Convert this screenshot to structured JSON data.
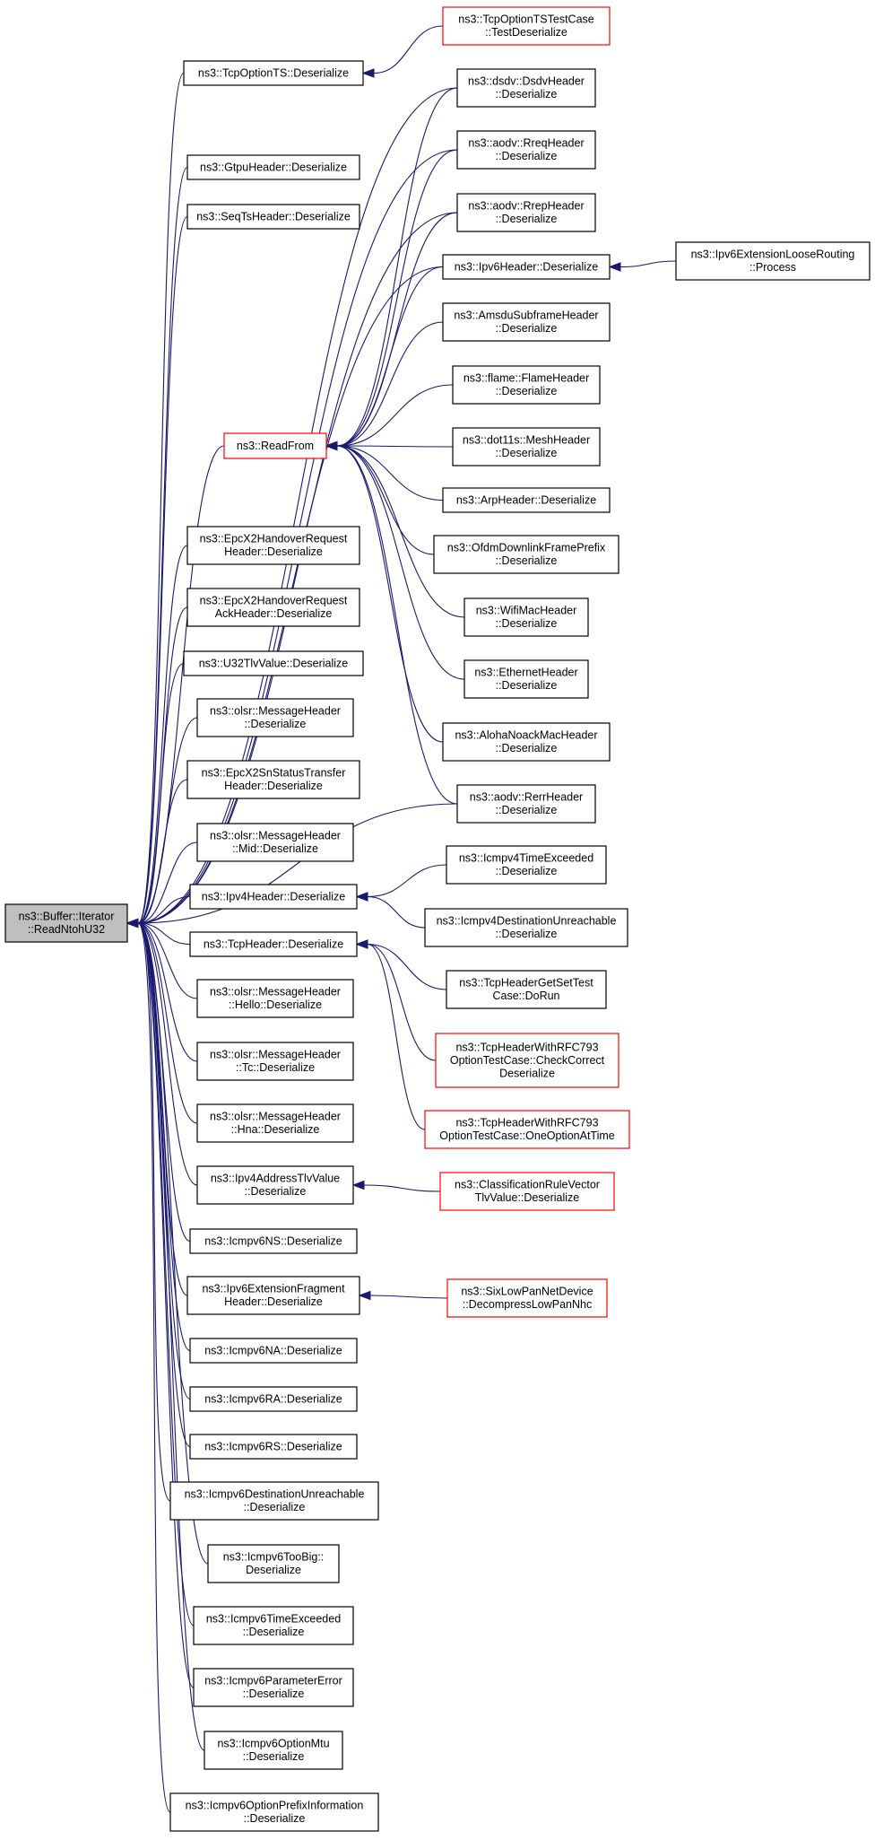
{
  "root": {
    "id": "root",
    "lines": [
      "ns3::Buffer::Iterator",
      "::ReadNtohU32"
    ]
  },
  "nodes": [
    {
      "id": "tcpoptionts",
      "lines": [
        "ns3::TcpOptionTS::Deserialize"
      ]
    },
    {
      "id": "gtpu",
      "lines": [
        "ns3::GtpuHeader::Deserialize"
      ]
    },
    {
      "id": "seqts",
      "lines": [
        "ns3::SeqTsHeader::Deserialize"
      ]
    },
    {
      "id": "readfrom",
      "lines": [
        "ns3::ReadFrom"
      ],
      "red": true
    },
    {
      "id": "epcx2req",
      "lines": [
        "ns3::EpcX2HandoverRequest",
        "Header::Deserialize"
      ]
    },
    {
      "id": "epcx2ack",
      "lines": [
        "ns3::EpcX2HandoverRequest",
        "AckHeader::Deserialize"
      ]
    },
    {
      "id": "u32tlv",
      "lines": [
        "ns3::U32TlvValue::Deserialize"
      ]
    },
    {
      "id": "olsrmsg",
      "lines": [
        "ns3::olsr::MessageHeader",
        "::Deserialize"
      ]
    },
    {
      "id": "epcx2sn",
      "lines": [
        "ns3::EpcX2SnStatusTransfer",
        "Header::Deserialize"
      ]
    },
    {
      "id": "olsrmid",
      "lines": [
        "ns3::olsr::MessageHeader",
        "::Mid::Deserialize"
      ]
    },
    {
      "id": "ipv4hdr",
      "lines": [
        "ns3::Ipv4Header::Deserialize"
      ]
    },
    {
      "id": "tcphdr",
      "lines": [
        "ns3::TcpHeader::Deserialize"
      ]
    },
    {
      "id": "olsrhello",
      "lines": [
        "ns3::olsr::MessageHeader",
        "::Hello::Deserialize"
      ]
    },
    {
      "id": "olsrtc",
      "lines": [
        "ns3::olsr::MessageHeader",
        "::Tc::Deserialize"
      ]
    },
    {
      "id": "olsrhna",
      "lines": [
        "ns3::olsr::MessageHeader",
        "::Hna::Deserialize"
      ]
    },
    {
      "id": "ipv4addrtlv",
      "lines": [
        "ns3::Ipv4AddressTlvValue",
        "::Deserialize"
      ]
    },
    {
      "id": "icmpv6ns",
      "lines": [
        "ns3::Icmpv6NS::Deserialize"
      ]
    },
    {
      "id": "ipv6extfrag",
      "lines": [
        "ns3::Ipv6ExtensionFragment",
        "Header::Deserialize"
      ]
    },
    {
      "id": "icmpv6na",
      "lines": [
        "ns3::Icmpv6NA::Deserialize"
      ]
    },
    {
      "id": "icmpv6ra",
      "lines": [
        "ns3::Icmpv6RA::Deserialize"
      ]
    },
    {
      "id": "icmpv6rs",
      "lines": [
        "ns3::Icmpv6RS::Deserialize"
      ]
    },
    {
      "id": "icmpv6dest",
      "lines": [
        "ns3::Icmpv6DestinationUnreachable",
        "::Deserialize"
      ]
    },
    {
      "id": "icmpv6toobig",
      "lines": [
        "ns3::Icmpv6TooBig::",
        "Deserialize"
      ]
    },
    {
      "id": "icmpv6time",
      "lines": [
        "ns3::Icmpv6TimeExceeded",
        "::Deserialize"
      ]
    },
    {
      "id": "icmpv6param",
      "lines": [
        "ns3::Icmpv6ParameterError",
        "::Deserialize"
      ]
    },
    {
      "id": "icmpv6mtu",
      "lines": [
        "ns3::Icmpv6OptionMtu",
        "::Deserialize"
      ]
    },
    {
      "id": "icmpv6prefix",
      "lines": [
        "ns3::Icmpv6OptionPrefixInformation",
        "::Deserialize"
      ]
    },
    {
      "id": "tcpoptionts_test",
      "lines": [
        "ns3::TcpOptionTSTestCase",
        "::TestDeserialize"
      ],
      "red": true
    },
    {
      "id": "dsdv",
      "lines": [
        "ns3::dsdv::DsdvHeader",
        "::Deserialize"
      ]
    },
    {
      "id": "aodvrreq",
      "lines": [
        "ns3::aodv::RreqHeader",
        "::Deserialize"
      ]
    },
    {
      "id": "aodvrrep",
      "lines": [
        "ns3::aodv::RrepHeader",
        "::Deserialize"
      ]
    },
    {
      "id": "ipv6hdr",
      "lines": [
        "ns3::Ipv6Header::Deserialize"
      ]
    },
    {
      "id": "amsdu",
      "lines": [
        "ns3::AmsduSubframeHeader",
        "::Deserialize"
      ]
    },
    {
      "id": "flame",
      "lines": [
        "ns3::flame::FlameHeader",
        "::Deserialize"
      ]
    },
    {
      "id": "dot11s",
      "lines": [
        "ns3::dot11s::MeshHeader",
        "::Deserialize"
      ]
    },
    {
      "id": "arp",
      "lines": [
        "ns3::ArpHeader::Deserialize"
      ]
    },
    {
      "id": "ofdm",
      "lines": [
        "ns3::OfdmDownlinkFramePrefix",
        "::Deserialize"
      ]
    },
    {
      "id": "wifimac",
      "lines": [
        "ns3::WifiMacHeader",
        "::Deserialize"
      ]
    },
    {
      "id": "ethernet",
      "lines": [
        "ns3::EthernetHeader",
        "::Deserialize"
      ]
    },
    {
      "id": "aloha",
      "lines": [
        "ns3::AlohaNoackMacHeader",
        "::Deserialize"
      ]
    },
    {
      "id": "aodvrerr",
      "lines": [
        "ns3::aodv::RerrHeader",
        "::Deserialize"
      ]
    },
    {
      "id": "icmpv4time",
      "lines": [
        "ns3::Icmpv4TimeExceeded",
        "::Deserialize"
      ]
    },
    {
      "id": "icmpv4dest",
      "lines": [
        "ns3::Icmpv4DestinationUnreachable",
        "::Deserialize"
      ]
    },
    {
      "id": "tcpgetset",
      "lines": [
        "ns3::TcpHeaderGetSetTest",
        "Case::DoRun"
      ]
    },
    {
      "id": "tcprfc_check",
      "lines": [
        "ns3::TcpHeaderWithRFC793",
        "OptionTestCase::CheckCorrect",
        "Deserialize"
      ],
      "red": true
    },
    {
      "id": "tcprfc_one",
      "lines": [
        "ns3::TcpHeaderWithRFC793",
        "OptionTestCase::OneOptionAtTime"
      ],
      "red": true
    },
    {
      "id": "classrule",
      "lines": [
        "ns3::ClassificationRuleVector",
        "TlvValue::Deserialize"
      ],
      "red": true
    },
    {
      "id": "sixlowpan",
      "lines": [
        "ns3::SixLowPanNetDevice",
        "::DecompressLowPanNhc"
      ],
      "red": true
    },
    {
      "id": "ipv6looserouting",
      "lines": [
        "ns3::Ipv6ExtensionLooseRouting",
        "::Process"
      ]
    }
  ],
  "edges": [
    [
      "tcpoptionts",
      "root"
    ],
    [
      "gtpu",
      "root"
    ],
    [
      "seqts",
      "root"
    ],
    [
      "readfrom",
      "root"
    ],
    [
      "epcx2req",
      "root"
    ],
    [
      "epcx2ack",
      "root"
    ],
    [
      "u32tlv",
      "root"
    ],
    [
      "olsrmsg",
      "root"
    ],
    [
      "epcx2sn",
      "root"
    ],
    [
      "olsrmid",
      "root"
    ],
    [
      "ipv4hdr",
      "root"
    ],
    [
      "tcphdr",
      "root"
    ],
    [
      "olsrhello",
      "root"
    ],
    [
      "olsrtc",
      "root"
    ],
    [
      "olsrhna",
      "root"
    ],
    [
      "ipv4addrtlv",
      "root"
    ],
    [
      "icmpv6ns",
      "root"
    ],
    [
      "ipv6extfrag",
      "root"
    ],
    [
      "icmpv6na",
      "root"
    ],
    [
      "icmpv6ra",
      "root"
    ],
    [
      "icmpv6rs",
      "root"
    ],
    [
      "icmpv6dest",
      "root"
    ],
    [
      "icmpv6toobig",
      "root"
    ],
    [
      "icmpv6time",
      "root"
    ],
    [
      "icmpv6param",
      "root"
    ],
    [
      "icmpv6mtu",
      "root"
    ],
    [
      "icmpv6prefix",
      "root"
    ],
    [
      "dsdv",
      "root"
    ],
    [
      "aodvrreq",
      "root"
    ],
    [
      "aodvrrep",
      "root"
    ],
    [
      "ipv6hdr",
      "root"
    ],
    [
      "aodvrerr",
      "root"
    ],
    [
      "tcpoptionts_test",
      "tcpoptionts"
    ],
    [
      "dsdv",
      "readfrom"
    ],
    [
      "aodvrreq",
      "readfrom"
    ],
    [
      "aodvrrep",
      "readfrom"
    ],
    [
      "ipv6hdr",
      "readfrom"
    ],
    [
      "amsdu",
      "readfrom"
    ],
    [
      "flame",
      "readfrom"
    ],
    [
      "dot11s",
      "readfrom"
    ],
    [
      "arp",
      "readfrom"
    ],
    [
      "ofdm",
      "readfrom"
    ],
    [
      "wifimac",
      "readfrom"
    ],
    [
      "ethernet",
      "readfrom"
    ],
    [
      "aloha",
      "readfrom"
    ],
    [
      "aodvrerr",
      "readfrom"
    ],
    [
      "icmpv4time",
      "ipv4hdr"
    ],
    [
      "icmpv4dest",
      "ipv4hdr"
    ],
    [
      "tcpgetset",
      "tcphdr"
    ],
    [
      "tcprfc_check",
      "tcphdr"
    ],
    [
      "tcprfc_one",
      "tcphdr"
    ],
    [
      "classrule",
      "ipv4addrtlv"
    ],
    [
      "sixlowpan",
      "ipv6extfrag"
    ],
    [
      "ipv6looserouting",
      "ipv6hdr"
    ]
  ]
}
